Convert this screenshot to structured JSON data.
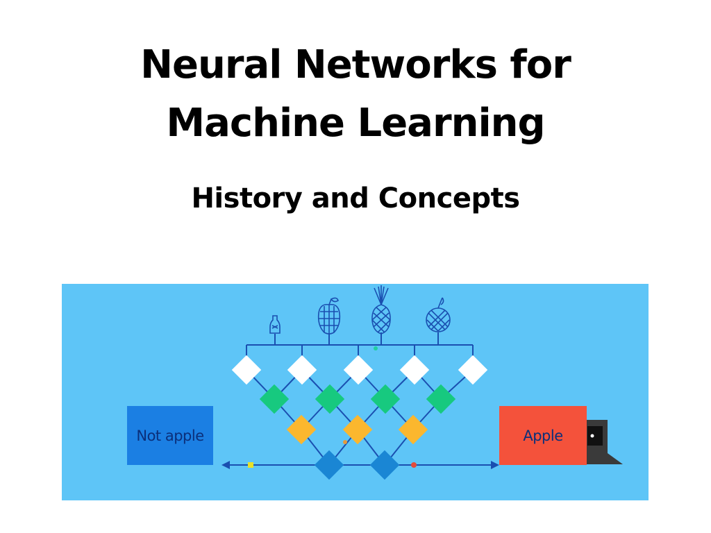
{
  "slide": {
    "title_line1": "Neural Networks for",
    "title_line2": "Machine Learning",
    "subtitle": "History and Concepts"
  },
  "illustration": {
    "left_box_label": "Not apple",
    "right_box_label": "Apple",
    "colors": {
      "background": "#5ec5f7",
      "left_box": "#1b7fe3",
      "right_box": "#f4523b",
      "node_white": "#ffffff",
      "node_green": "#17c97f",
      "node_yellow": "#fbb72e",
      "node_blue": "#1a86d4",
      "lines": "#1a4fb0"
    },
    "fruit_icons": [
      "bottle-icon",
      "apple-icon",
      "pineapple-icon",
      "orange-icon"
    ]
  }
}
